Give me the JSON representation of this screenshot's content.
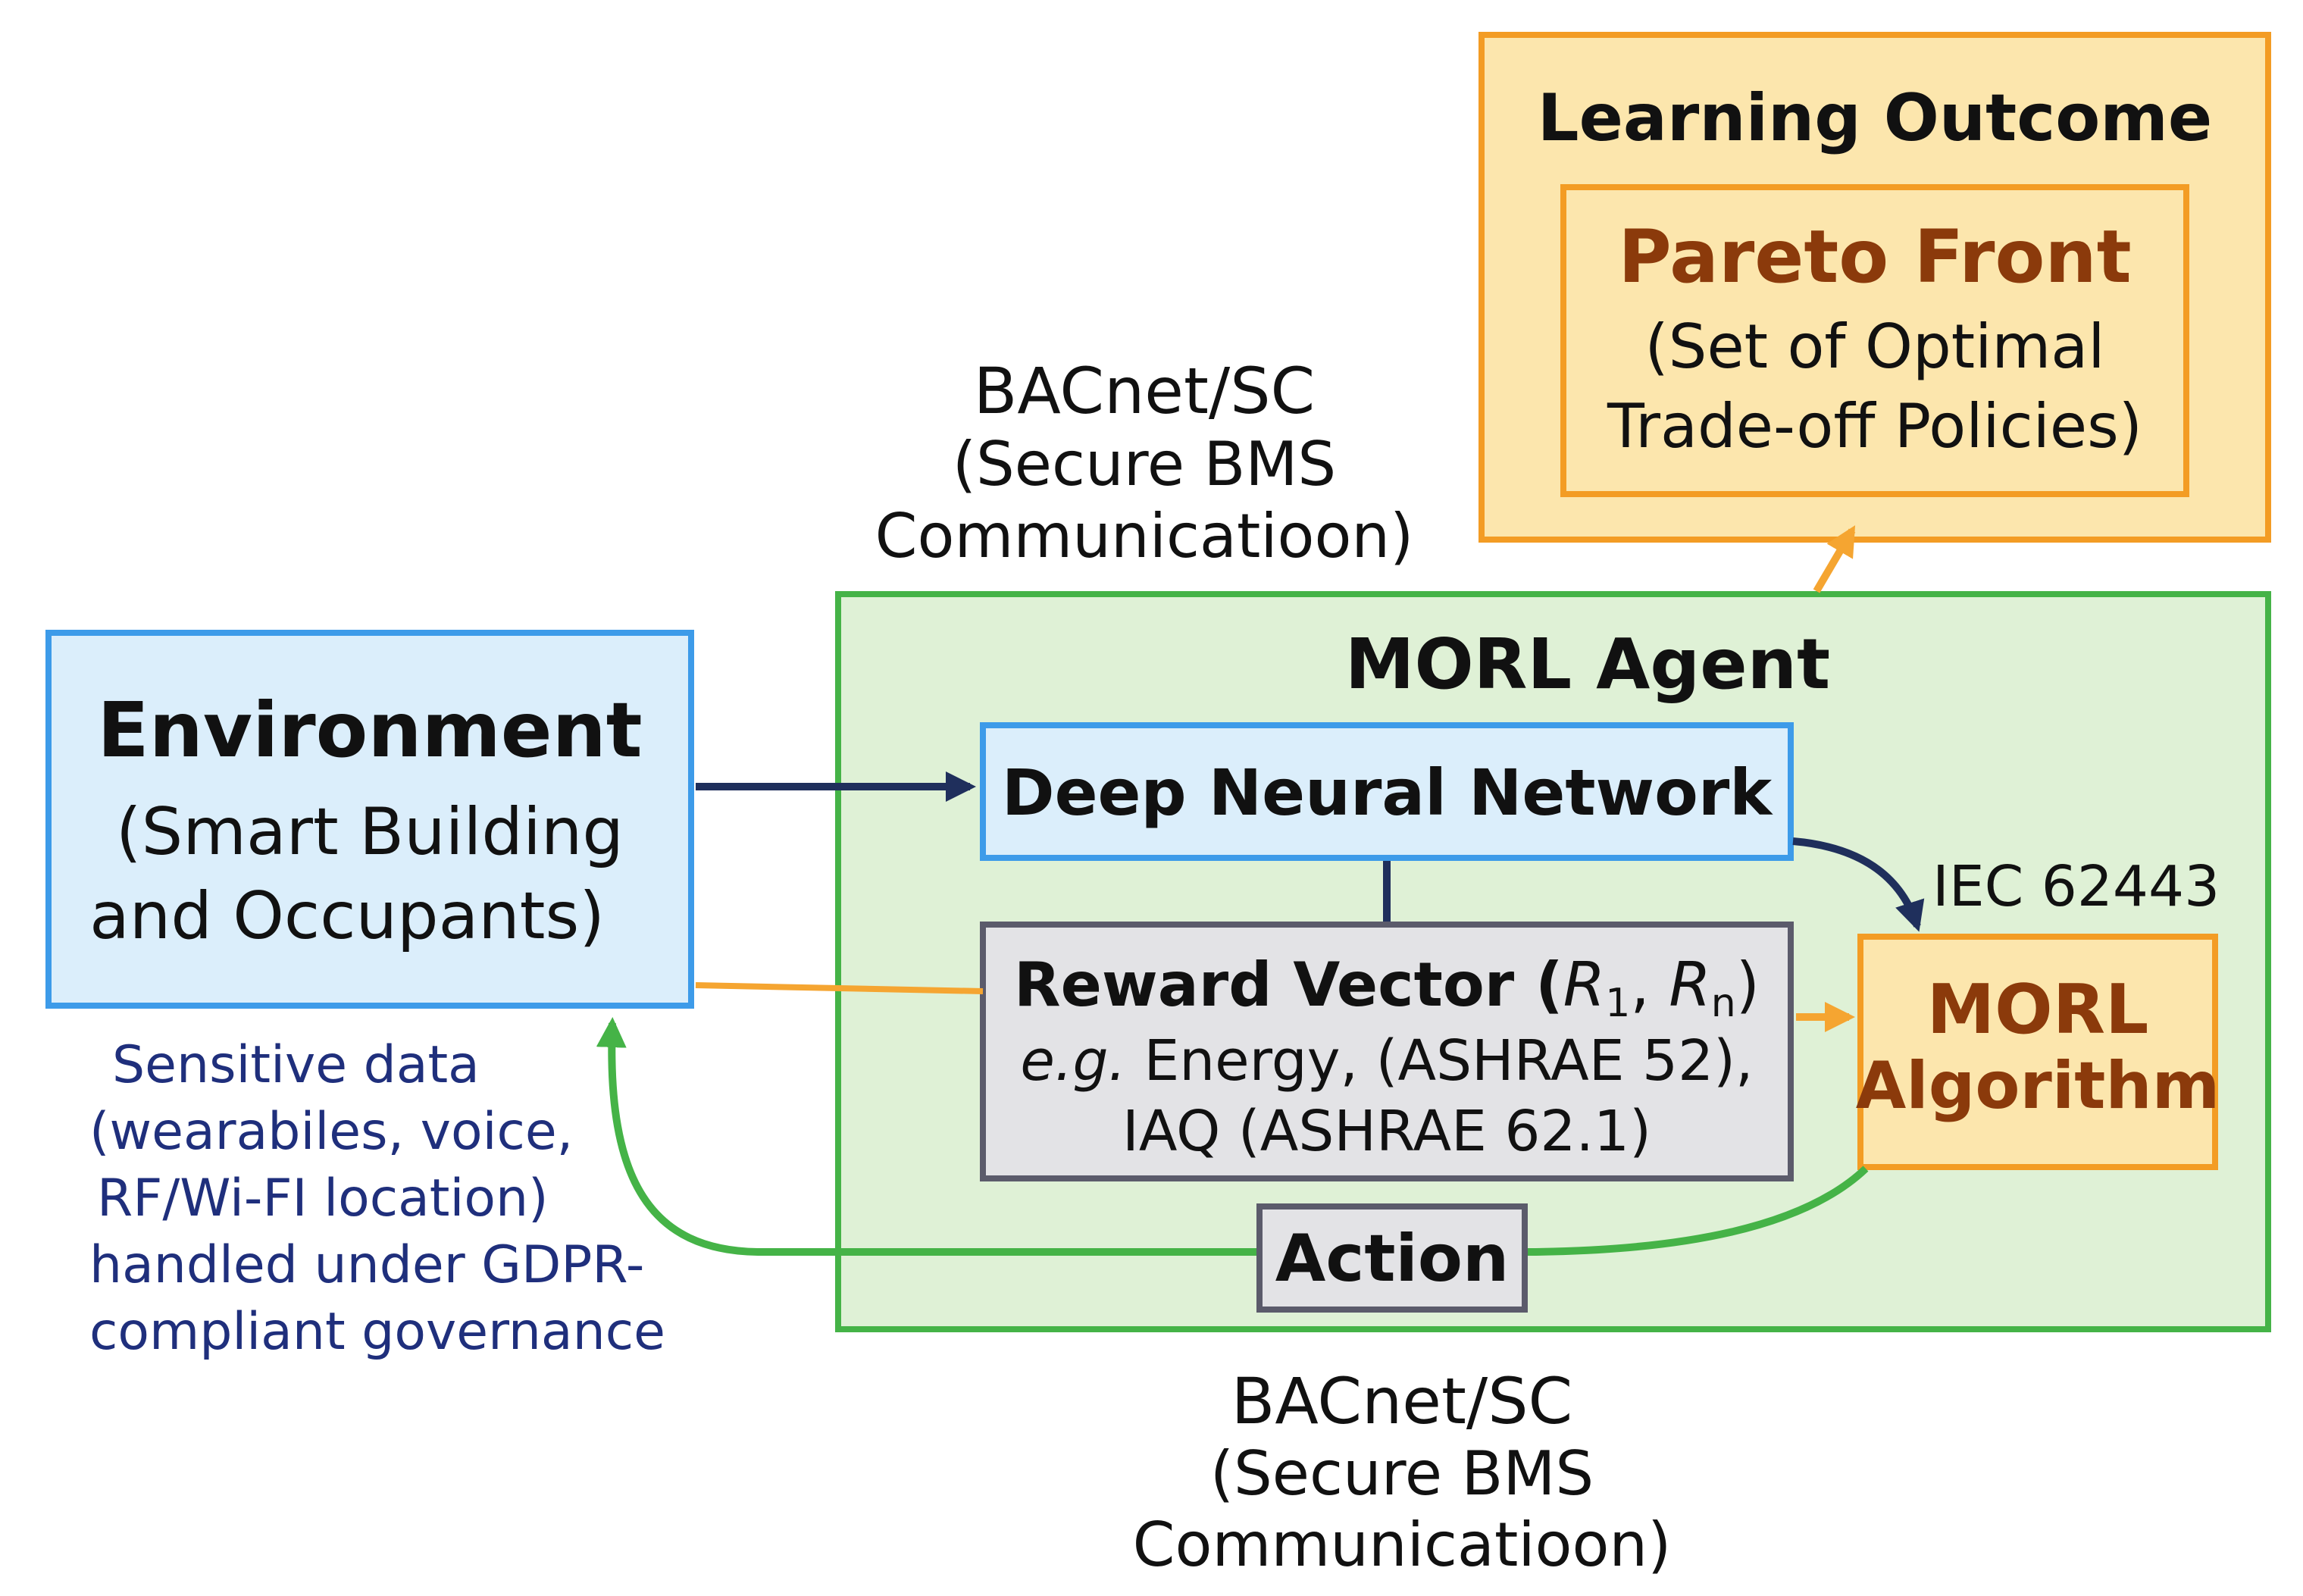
{
  "colors": {
    "env_fill": "#dbeefb",
    "env_stroke": "#3d9be9",
    "agent_fill": "#dff1d6",
    "agent_stroke": "#45b347",
    "outcome_fill": "#fce6ad",
    "outcome_stroke": "#f39c24",
    "gray_fill": "#e3e3e6",
    "gray_stroke": "#5b5b6b",
    "navy": "#1f2f5c",
    "orange_arrow": "#f5a531",
    "green_arrow": "#45b347",
    "pareto_text": "#8b3a0b",
    "morl_text": "#8b3a0b",
    "note_text": "#1f2f7c"
  },
  "environment": {
    "title": "Environment",
    "subtitle_line1": "(Smart Building",
    "subtitle_line2": "and Occupants)"
  },
  "sensitive_note": {
    "line1": "Sensitive data",
    "line2": "(wearabiles, voice,",
    "line3": "RF/Wi-FI location)",
    "line4": "handled under GDPR-",
    "line5": "compliant governance"
  },
  "bacnet_top": {
    "line1": "BACnet/SC",
    "line2": "(Secure BMS",
    "line3": "Communicatioon)"
  },
  "bacnet_bottom": {
    "line1": "BACnet/SC",
    "line2": "(Secure BMS",
    "line3": "Communicatioon)"
  },
  "learning_outcome": {
    "title": "Learning Outcome",
    "pareto_title": "Pareto Front",
    "pareto_line1": "(Set of Optimal",
    "pareto_line2": "Trade-off Policies)"
  },
  "morl_agent": {
    "title": "MORL Agent",
    "dnn_label": "Deep Neural Network",
    "reward_title": "Reward Vector (",
    "reward_r1": "R",
    "reward_sub1": "1",
    "reward_sep": ", ",
    "reward_rn": "R",
    "reward_subn": "n",
    "reward_close": ")",
    "reward_eg": "e.g.",
    "reward_line2_rest": " Energy, (ASHRAE 52),",
    "reward_line3": "IAQ (ASHRAE 62.1)",
    "algo_line1": "MORL",
    "algo_line2": "Algorithm",
    "action_label": "Action",
    "iec_label": "IEC 62443"
  }
}
